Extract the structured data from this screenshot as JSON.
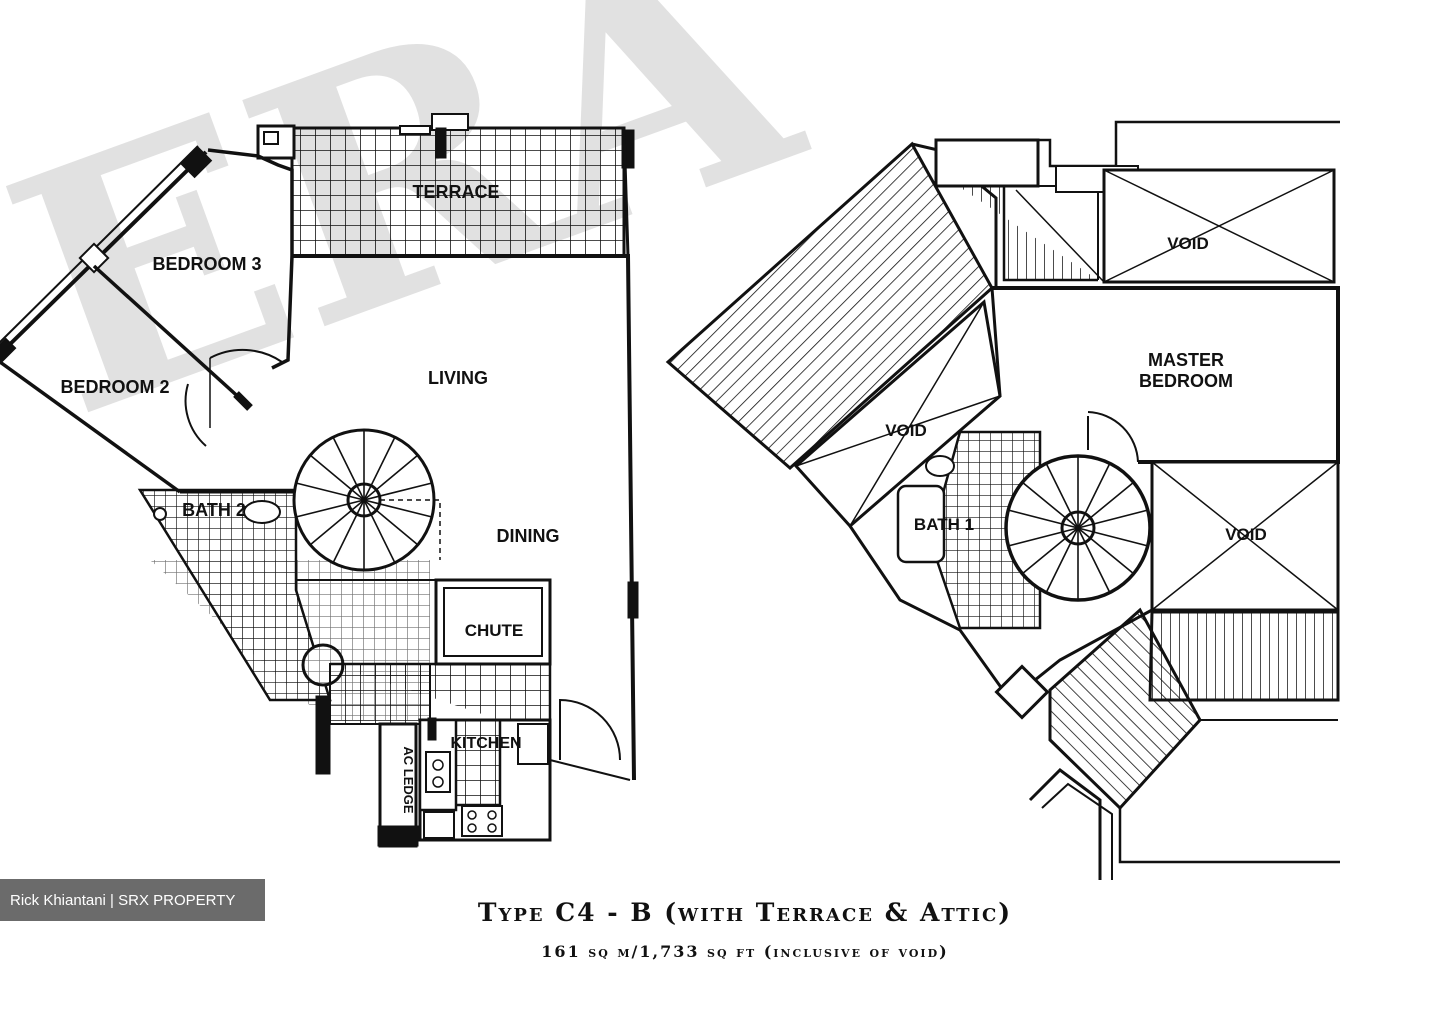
{
  "watermark": {
    "text": "ERA"
  },
  "left_plan": {
    "labels": {
      "terrace": "TERRACE",
      "bedroom3": "BEDROOM 3",
      "bedroom2": "BEDROOM 2",
      "living": "LIVING",
      "bath2": "BATH 2",
      "dining": "DINING",
      "chute": "CHUTE",
      "kitchen": "KITCHEN",
      "ac_ledge": "AC LEDGE"
    }
  },
  "right_plan": {
    "labels": {
      "void_top": "VOID",
      "master_line1": "MASTER",
      "master_line2": "BEDROOM",
      "void_left": "VOID",
      "bath1": "BATH 1",
      "void_right": "VOID"
    }
  },
  "credit": {
    "text": "Rick Khiantani | SRX PROPERTY"
  },
  "caption": {
    "title": "Type C4 - B (with Terrace & Attic)",
    "subtitle": "161 sq m/1,733 sq ft (inclusive of void)"
  },
  "colors": {
    "ink": "#111111",
    "watermark": "#d9d9d9",
    "credit_bg": "#6b6b6b"
  }
}
